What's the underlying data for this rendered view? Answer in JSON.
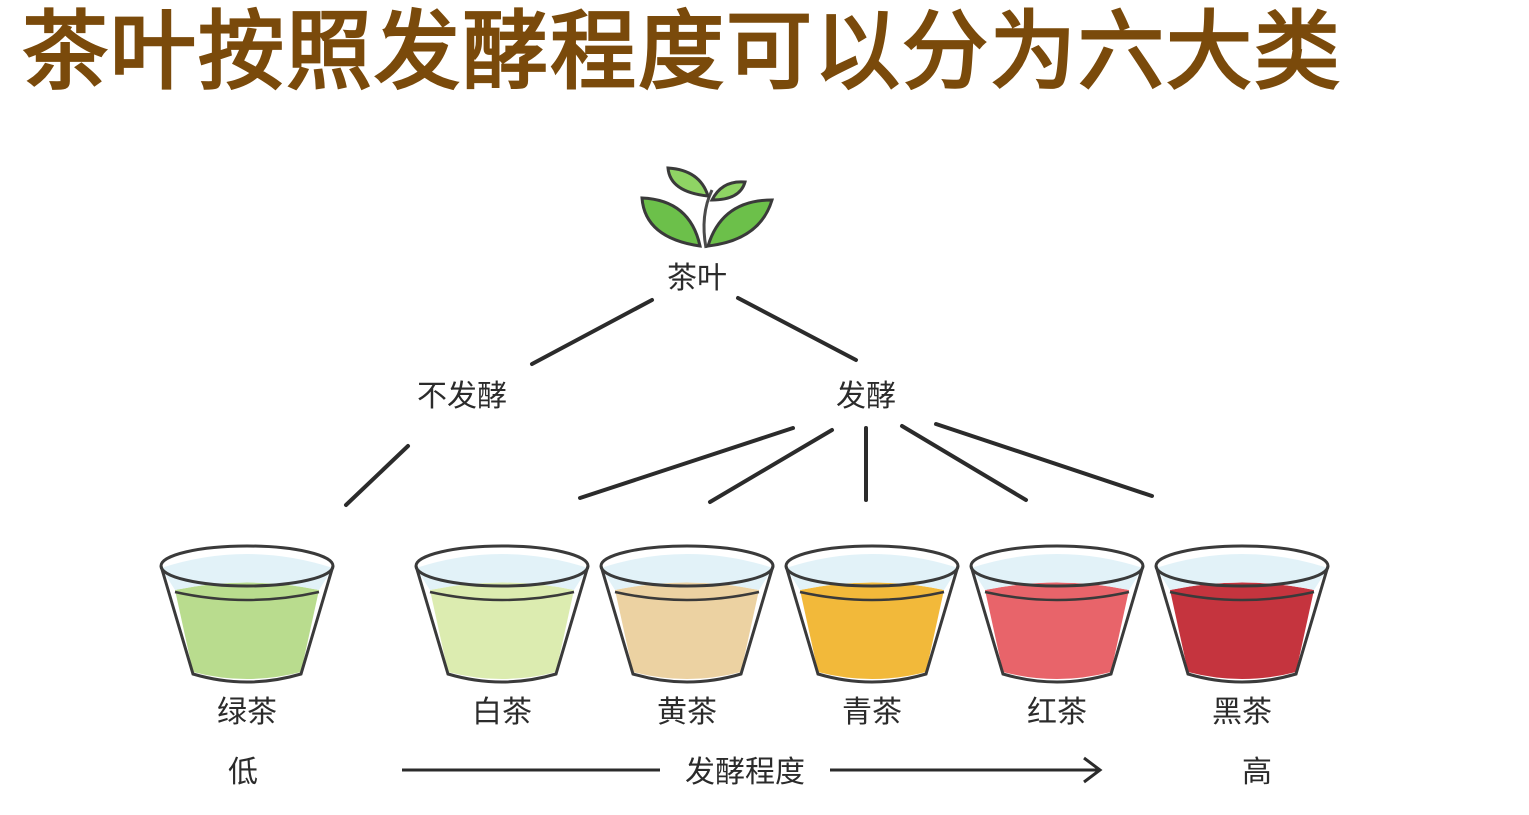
{
  "title": "茶叶按照发酵程度可以分为六大类",
  "root": {
    "label": "茶叶",
    "icon": "tea-leaf-icon"
  },
  "branches": {
    "non_fermented": "不发酵",
    "fermented": "发酵"
  },
  "teas": [
    {
      "name": "绿茶",
      "color": "#b9dc8e",
      "group": "non_fermented"
    },
    {
      "name": "白茶",
      "color": "#dcecb0",
      "group": "fermented"
    },
    {
      "name": "黄茶",
      "color": "#ecd2a2",
      "group": "fermented"
    },
    {
      "name": "青茶",
      "color": "#f2b93a",
      "group": "fermented"
    },
    {
      "name": "红茶",
      "color": "#e8646a",
      "group": "fermented"
    },
    {
      "name": "黑茶",
      "color": "#c5343e",
      "group": "fermented"
    }
  ],
  "scale": {
    "low": "低",
    "high": "高",
    "label": "发酵程度"
  }
}
